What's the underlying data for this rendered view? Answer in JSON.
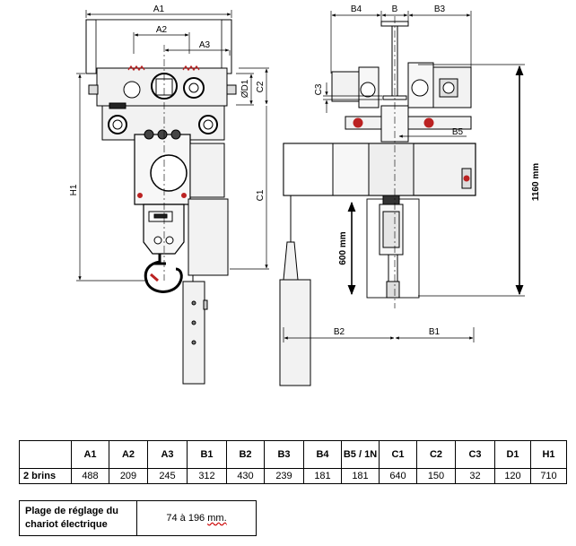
{
  "drawing": {
    "labels": {
      "A1": "A1",
      "A2": "A2",
      "A3": "A3",
      "D1": "ØD1",
      "C2": "C2",
      "H1": "H1",
      "C1": "C1",
      "B4": "B4",
      "B": "B",
      "B3": "B3",
      "C3": "C3",
      "B5": "B5",
      "B2": "B2",
      "B1": "B1",
      "h1160": "1160 mm",
      "h600": "600 mm"
    }
  },
  "table": {
    "headers": [
      "",
      "A1",
      "A2",
      "A3",
      "B1",
      "B2",
      "B3",
      "B4",
      "B5 / 1N",
      "C1",
      "C2",
      "C3",
      "D1",
      "H1"
    ],
    "row": {
      "label": "2 brins",
      "values": [
        "488",
        "209",
        "245",
        "312",
        "430",
        "239",
        "181",
        "181",
        "640",
        "150",
        "32",
        "120",
        "710"
      ]
    }
  },
  "range": {
    "label_line1": "Plage de réglage du",
    "label_line2": "chariot électrique",
    "value_prefix": "74 à 196",
    "value_unit": "mm."
  }
}
